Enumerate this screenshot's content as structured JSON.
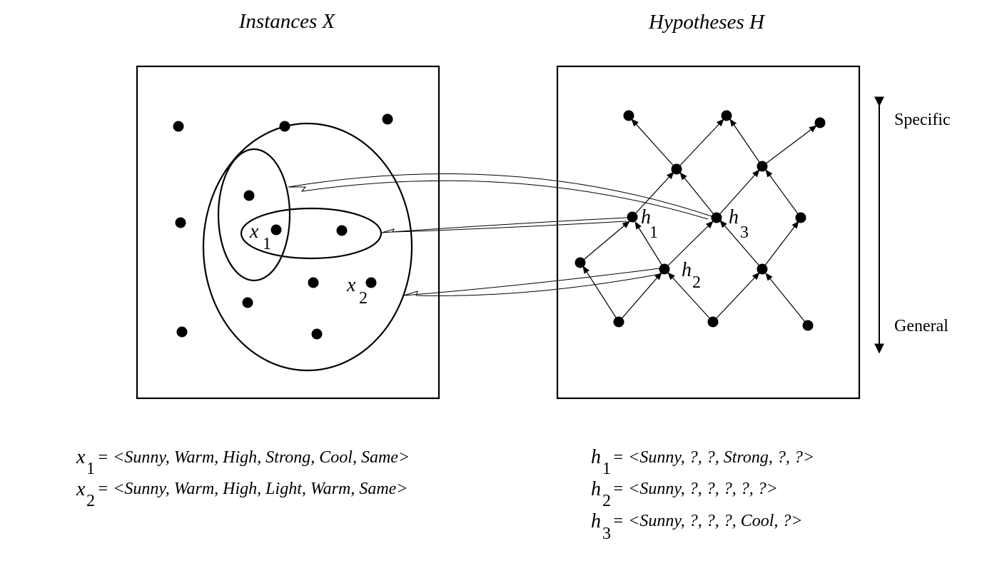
{
  "instances": {
    "title": "Instances X",
    "x1_label": "x",
    "x1_sub": "1",
    "x2_label": "x",
    "x2_sub": "2"
  },
  "hypotheses": {
    "title": "Hypotheses H",
    "h1_label": "h",
    "h1_sub": "1",
    "h2_label": "h",
    "h2_sub": "2",
    "h3_label": "h",
    "h3_sub": "3"
  },
  "axis": {
    "top_label": "Specific",
    "bottom_label": "General"
  },
  "definitions": {
    "instances": [
      {
        "var": "x",
        "sub": "1",
        "value": "= <Sunny, Warm, High, Strong, Cool, Same>"
      },
      {
        "var": "x",
        "sub": "2",
        "value": "= <Sunny, Warm, High, Light, Warm, Same>"
      }
    ],
    "hypotheses": [
      {
        "var": "h",
        "sub": "1",
        "value": "= <Sunny, ?, ?, Strong, ?, ?>"
      },
      {
        "var": "h",
        "sub": "2",
        "value": "= <Sunny, ?, ?, ?, ?, ?>"
      },
      {
        "var": "h",
        "sub": "3",
        "value": "= <Sunny, ?, ?, ?, Cool, ?>"
      }
    ]
  }
}
